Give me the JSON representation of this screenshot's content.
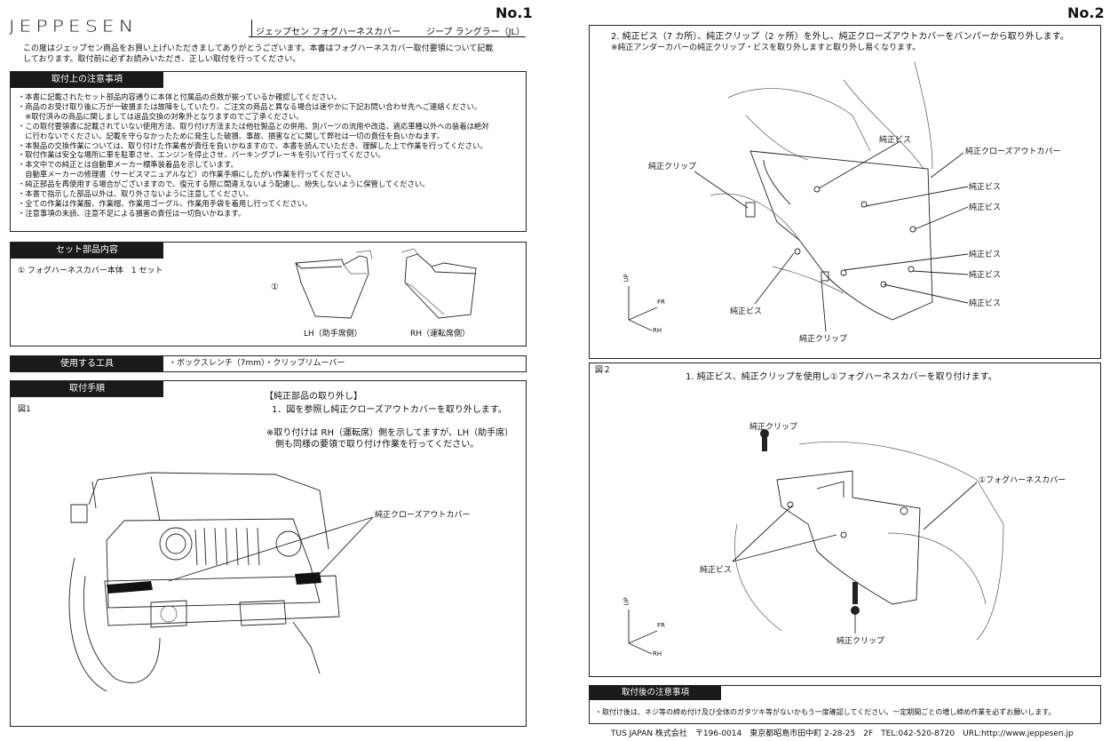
{
  "page1": {
    "page_no": "No.1",
    "logo": "JEPPESEN",
    "title_product": "ジェップセン フォグハーネスカバー",
    "title_vehicle": "ジープ ラングラー（JL）",
    "intro": "この度はジェップセン商品をお買い上げいただきましてありがとうございます。本書はフォグハーネスカバー取付要領について記載\nしております。取付前に必ずお読みいただき、正しい取付を行ってください。",
    "notes_header": "取付上の注意事項",
    "notes": "・本書に記載されたセット部品内容通りに本体と付属品の点数が揃っているか確認してください。\n・商品のお受け取り後に万が一破損または故障をしていたり、ご注文の商品と異なる場合は速やかに下記お問い合わせ先へご連絡ください。\n　※取付済みの商品に関しましては返品交換の対象外となりますのでご了承ください。\n・この取付要領書に記載されていない使用方法、取り付け方法または他社製品との併用、別パーツの流用や改造、適応車種以外への装着は絶対\n　に行わないでください。記載を守らなかったために発生した破損、事故、損害などに関して弊社は一切の責任を負いかねます。\n・本製品の交換作業については、取り付けた作業者が責任を負いかねますので、本書を読んでいただき、理解した上で作業を行ってください。\n・取付作業は安全な場所に車を駐車させ、エンジンを停止させ、パーキングブレーキを引いて行ってください。\n・本文中での純正とは自動車メーカー標準装着品を示しています。\n　自動車メーカーの修理書（サービスマニュアルなど）の作業手順にしたがい作業を行ってください。\n・純正部品を再使用する場合がございますので、復元する際に間違えないよう配慮し、紛失しないように保管してください。\n・本書で指示した部品以外は、取り外さないように注意してください。\n・全ての作業は作業服、作業帽、作業用ゴーグル、作業用手袋を着用し行ってください。\n・注意事項の未読、注意不足による損害の責任は一切負いかねます。",
    "parts_header": "セット部品内容",
    "parts_item": "① フォグハーネスカバー本体　1 セット",
    "parts_marker": "①",
    "parts_lh": "LH（助手席側）",
    "parts_rh": "RH（運転席側）",
    "tools_header": "使用する工具",
    "tools_text": "・ボックスレンチ（7mm）・クリップリムーバー",
    "steps_header": "取付手順",
    "fig1_label": "図1",
    "step_title": "【純正部品の取り外し】",
    "step_1": "1．図を参照し純正クローズアウトカバーを取り外します。",
    "step_note": "※取り付けは RH（運転席）側を示してますが、LH（助手席）\n　側も同様の要領で取り付け作業を行ってください。",
    "fig1_callout": "純正クローズアウトカバー"
  },
  "page2": {
    "page_no": "No.2",
    "step_2": "2. 純正ビス（7 カ所）、純正クリップ（2 ヶ所）を外し、純正クローズアウトカバーをバンパーから取り外します。",
    "step_2_note": "※純正アンダーカバーの純正クリップ・ビスを取り外しますと取り外し易くなります。",
    "fig_a_labels": {
      "screw": "純正ビス",
      "clip": "純正クリップ",
      "cover": "純正クローズアウトカバー"
    },
    "axes": {
      "up": "UP",
      "fr": "FR",
      "rh": "RH"
    },
    "fig2_label": "図２",
    "step_3": "1. 純正ビス、純正クリップを使用し①フォグハーネスカバーを取り付けます。",
    "fig2_labels": {
      "clip_top": "純正クリップ",
      "harness": "①フォグハーネスカバー",
      "screw": "純正ビス",
      "clip_bottom": "純正クリップ"
    },
    "after_header": "取付後の注意事項",
    "after_text": "・取付け後は、ネジ等の締め付け及び全体のガタツキ等がないかもう一度確認してください。一定期間ごとの増し締め作業を必ずお願いします。",
    "footer": "TUS JAPAN 株式会社　〒196-0014　東京都昭島市田中町 2-28-25　2F　TEL:042-520-8720　URL:http://www.jeppesen.jp"
  }
}
